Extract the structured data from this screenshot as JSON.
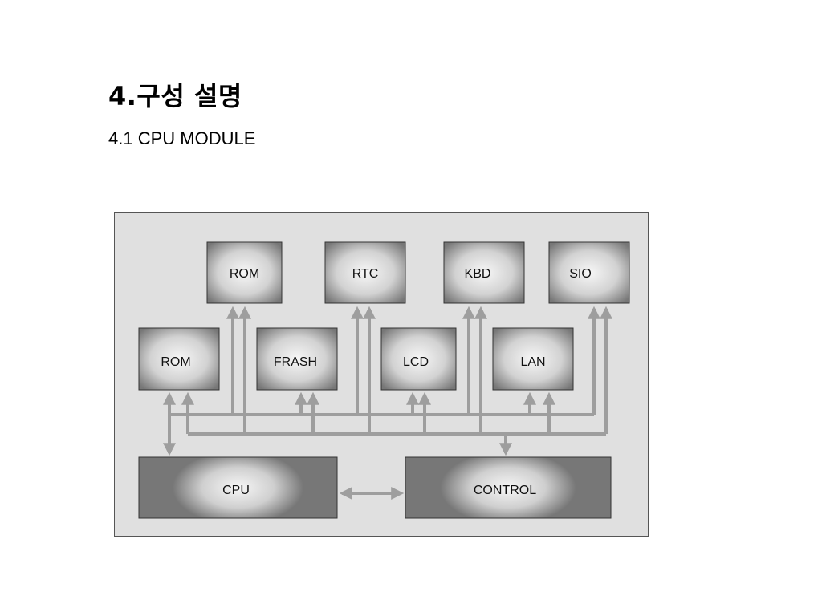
{
  "heading": {
    "title": "4.구성 설명",
    "subtitle": "4.1 CPU MODULE"
  },
  "diagram": {
    "blocks": [
      {
        "id": "rom-top",
        "label": "ROM"
      },
      {
        "id": "rtc",
        "label": "RTC"
      },
      {
        "id": "kbd",
        "label": "KBD"
      },
      {
        "id": "sio",
        "label": "SIO"
      },
      {
        "id": "rom-mid",
        "label": "ROM"
      },
      {
        "id": "frash",
        "label": "FRASH"
      },
      {
        "id": "lcd",
        "label": "LCD"
      },
      {
        "id": "lan",
        "label": "LAN"
      },
      {
        "id": "cpu",
        "label": "CPU"
      },
      {
        "id": "control",
        "label": "CONTROL"
      }
    ],
    "colors": {
      "background": "#e0e0e0",
      "block_center": "#f5f5f5",
      "block_edge": "#7a7a7a",
      "bus": "#9e9e9e"
    }
  }
}
